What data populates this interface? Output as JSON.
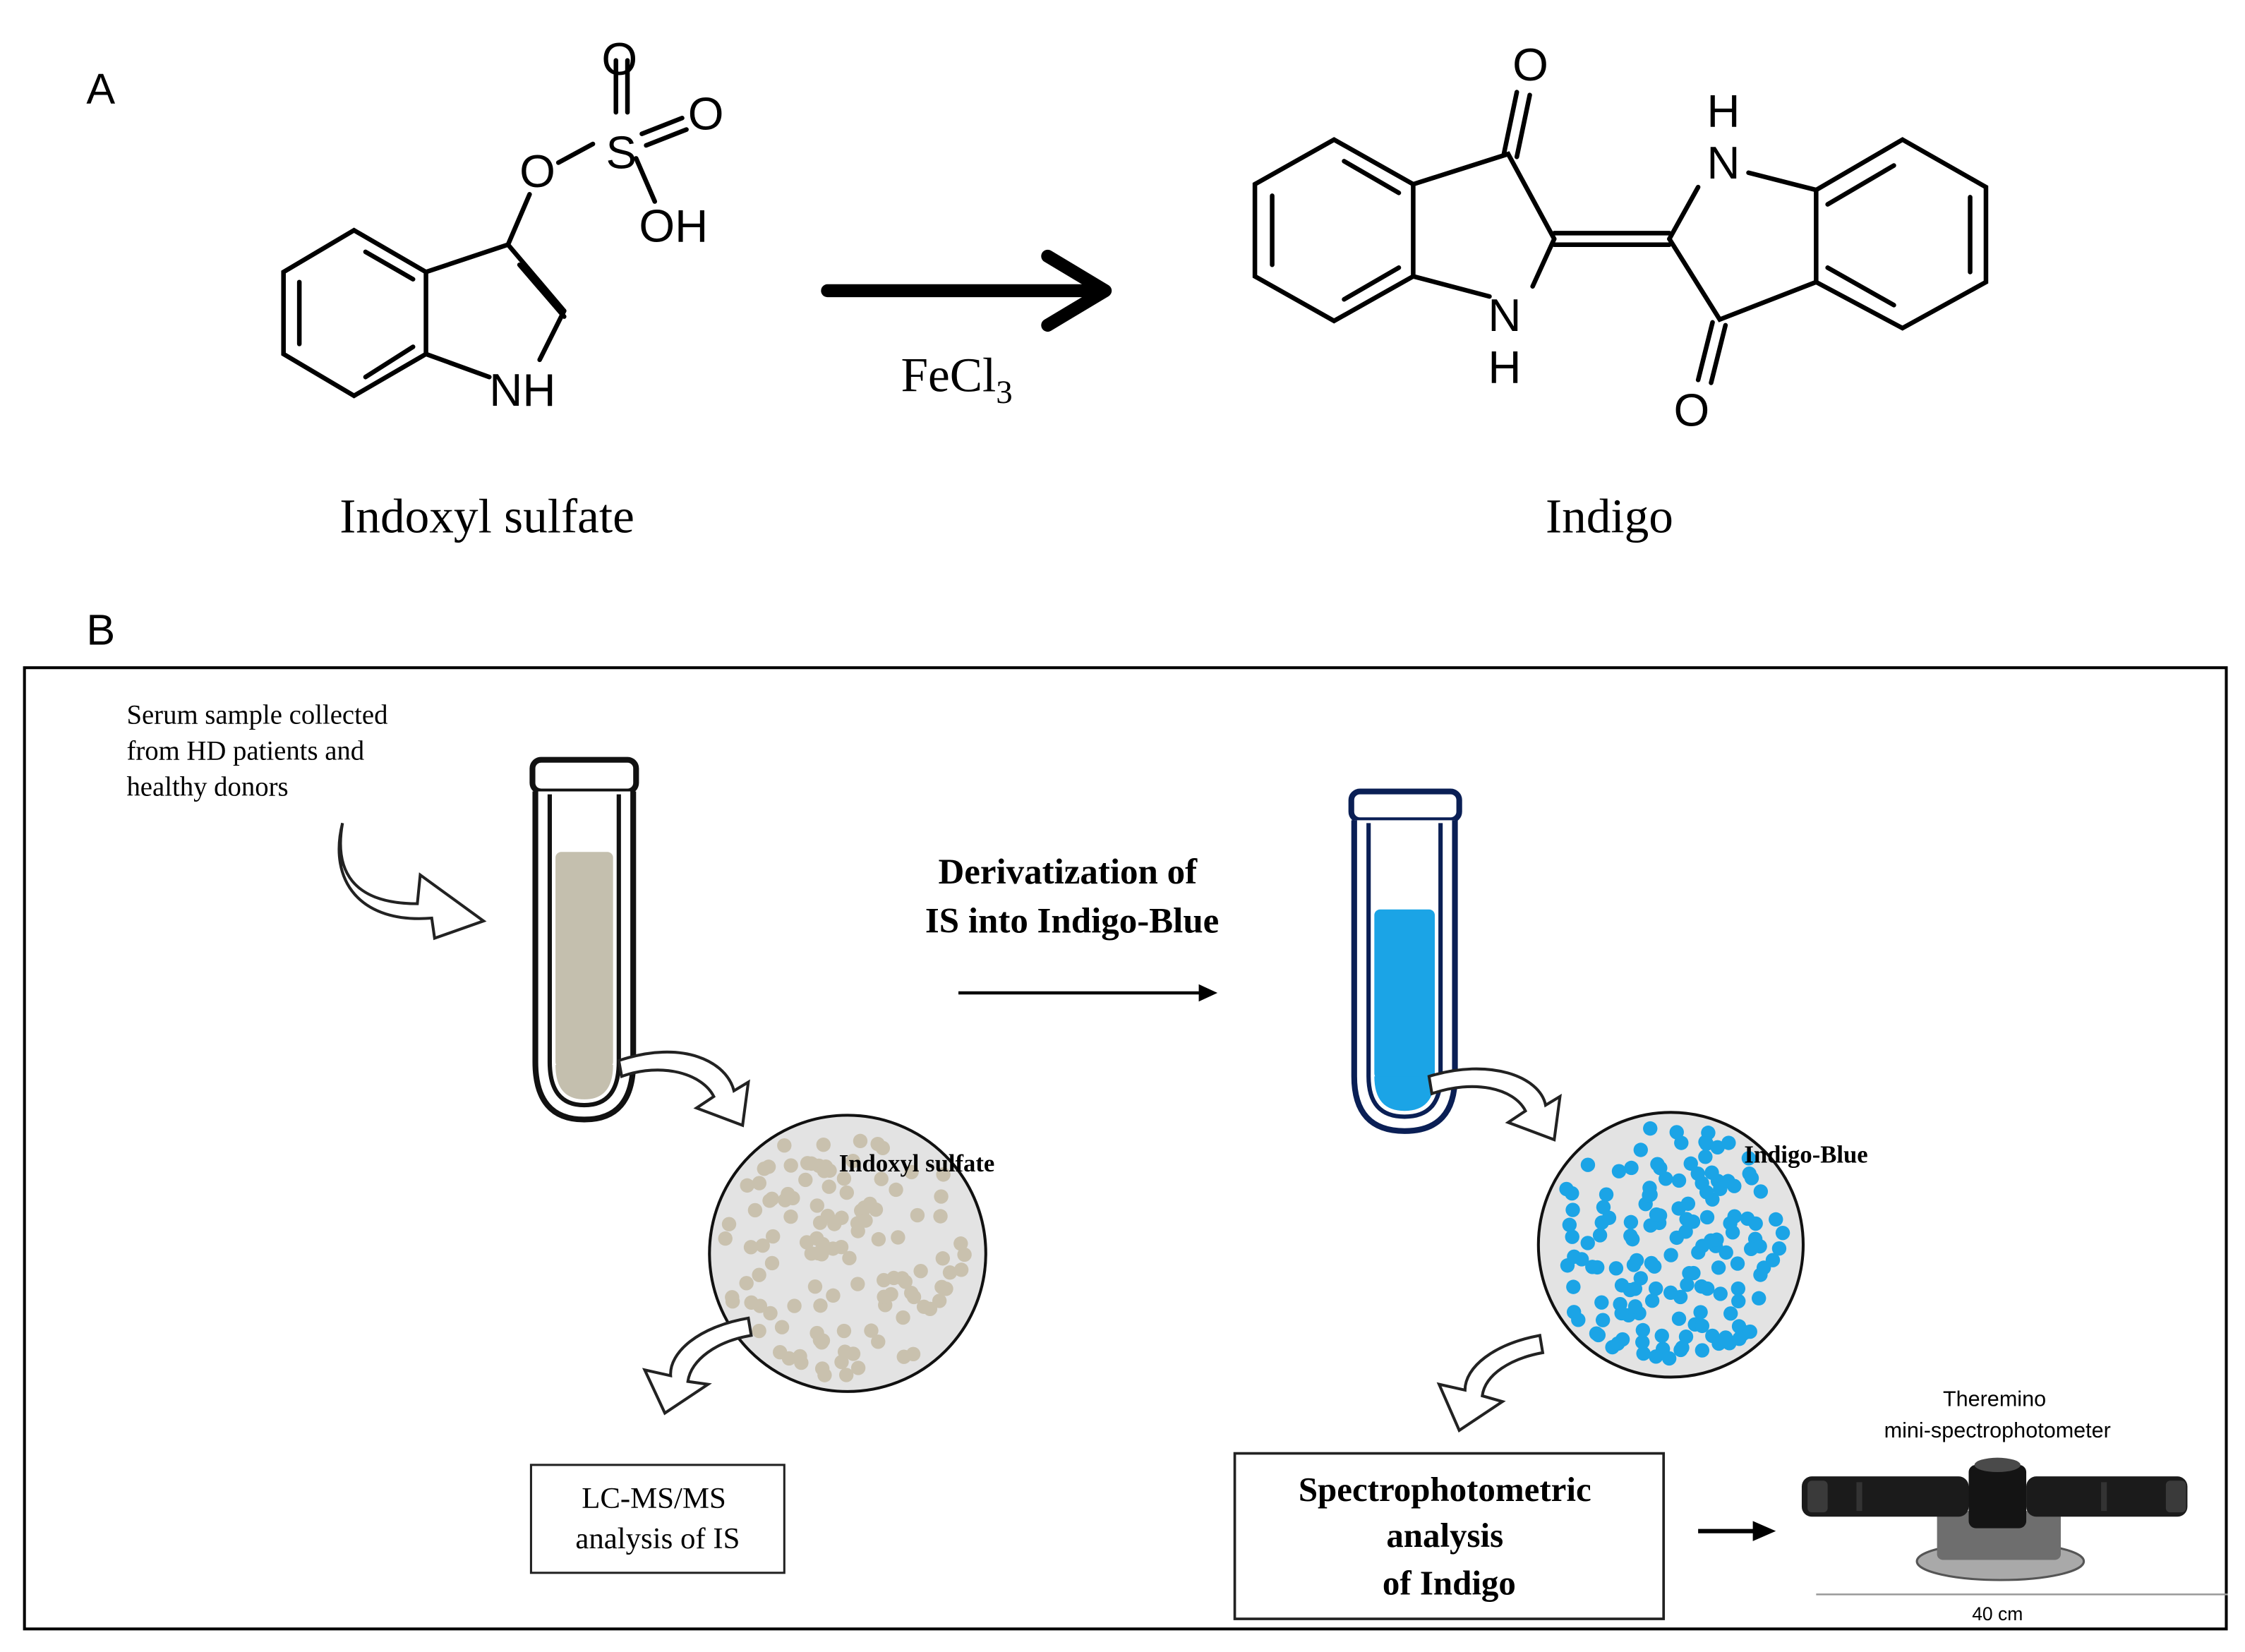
{
  "panel_a": {
    "label": "A",
    "reactant_name": "Indoxyl sulfate",
    "product_name": "Indigo",
    "reagent": "FeCl",
    "reagent_subscript": "3",
    "atoms": {
      "reactant": {
        "o_top": "O",
        "o_right": "O",
        "s": "S",
        "oh": "OH",
        "o_link": "O",
        "nh": "NH"
      },
      "product": {
        "o_top": "O",
        "o_bottom": "O",
        "n_left": "N",
        "h_left": "H",
        "n_right": "N",
        "h_right": "H"
      }
    }
  },
  "panel_b": {
    "label": "B",
    "serum_note": [
      "Serum sample collected",
      "from HD patients and",
      "healthy donors"
    ],
    "derivatization": [
      "Derivatization of",
      "IS into Indigo-Blue"
    ],
    "particles_left_label": "Indoxyl sulfate",
    "particles_right_label": "Indigo-Blue",
    "lcms_box": [
      "LC-MS/MS",
      "analysis  of IS"
    ],
    "spectro_box": [
      "Spectrophotometric",
      "analysis",
      "of Indigo"
    ],
    "instrument_label": [
      "Theremino",
      "mini-spectrophotometer"
    ],
    "scale_label": "40 cm"
  },
  "colors": {
    "serum_fill": "#c4bfae",
    "indigo_fill": "#1ba4e6",
    "tube_outline": "#111111",
    "blue_tube_outline": "#0a1f55",
    "circle_fill": "#e3e3e3",
    "left_dot": "#c9c1ae",
    "right_dot": "#1ba4e6"
  }
}
